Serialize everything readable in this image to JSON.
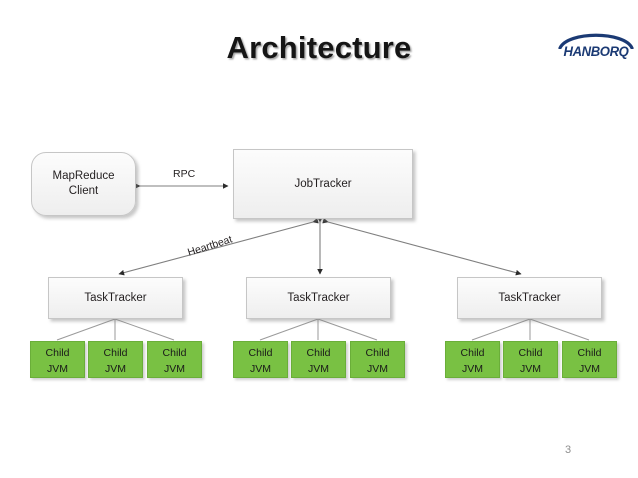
{
  "slide": {
    "title": "Architecture",
    "page_number": "3",
    "background_color": "#ffffff"
  },
  "logo": {
    "name": "HANBORQ",
    "color": "#1b3a74",
    "arc_color": "#1b3a74"
  },
  "diagram": {
    "type": "architecture-flow",
    "client": {
      "label": "MapReduce\nClient",
      "line1": "MapReduce",
      "line2": "Client",
      "shape": "rounded-rectangle",
      "fill": "#f6f6f6"
    },
    "jobtracker": {
      "label": "JobTracker",
      "shape": "rectangle",
      "fill": "#f6f6f6"
    },
    "edges": {
      "rpc_label": "RPC",
      "heartbeat_label": "Heartbeat"
    },
    "tasktrackers": [
      {
        "label": "TaskTracker"
      },
      {
        "label": "TaskTracker"
      },
      {
        "label": "TaskTracker"
      }
    ],
    "child_jvm_label_line1": "Child",
    "child_jvm_label_line2": "JVM",
    "child_jvm_color": "#79c143",
    "child_jvms": [
      {
        "line1": "Child",
        "line2": "JVM",
        "parent": 0
      },
      {
        "line1": "Child",
        "line2": "JVM",
        "parent": 0
      },
      {
        "line1": "Child",
        "line2": "JVM",
        "parent": 0
      },
      {
        "line1": "Child",
        "line2": "JVM",
        "parent": 1
      },
      {
        "line1": "Child",
        "line2": "JVM",
        "parent": 1
      },
      {
        "line1": "Child",
        "line2": "JVM",
        "parent": 1
      },
      {
        "line1": "Child",
        "line2": "JVM",
        "parent": 2
      },
      {
        "line1": "Child",
        "line2": "JVM",
        "parent": 2
      },
      {
        "line1": "Child",
        "line2": "JVM",
        "parent": 2
      }
    ]
  }
}
